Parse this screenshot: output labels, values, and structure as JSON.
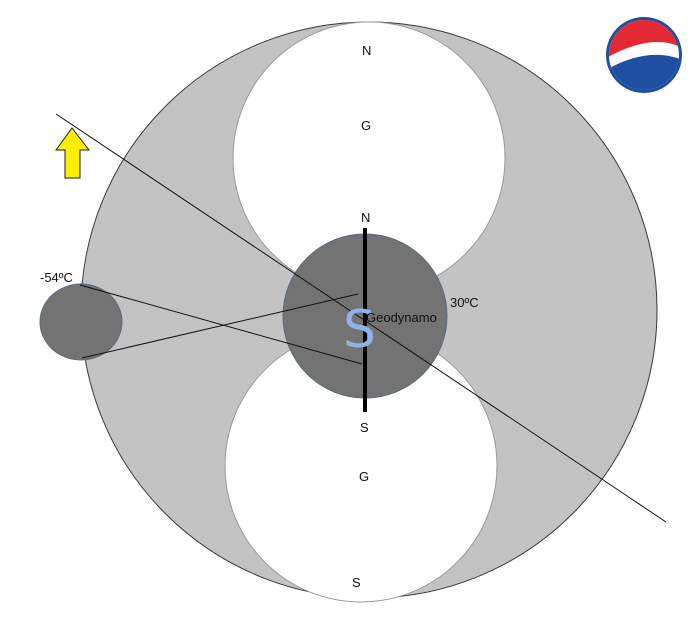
{
  "labels": {
    "upper_north": "N",
    "upper_g": "G",
    "core_north": "N",
    "core_south": "S",
    "lower_g": "G",
    "lower_south": "S",
    "core_name": "Geodynamo",
    "core_temp": "30ºC",
    "moon_temp": "-54ºC",
    "core_symbol": "S"
  },
  "logo": {
    "name": "pepsi-logo",
    "colors": {
      "red": "#e32934",
      "blue": "#1e4fa0",
      "white": "#ffffff"
    }
  },
  "colors": {
    "outer_fill": "#c3c3c3",
    "core_fill": "#737373",
    "moon_fill": "#737373",
    "lobe_fill": "#ffffff",
    "arrow_fill": "#ffee00",
    "symbol_color": "#8db4ea",
    "line_color": "#111111"
  },
  "icons": {
    "direction_arrow": "up-arrow-icon"
  }
}
